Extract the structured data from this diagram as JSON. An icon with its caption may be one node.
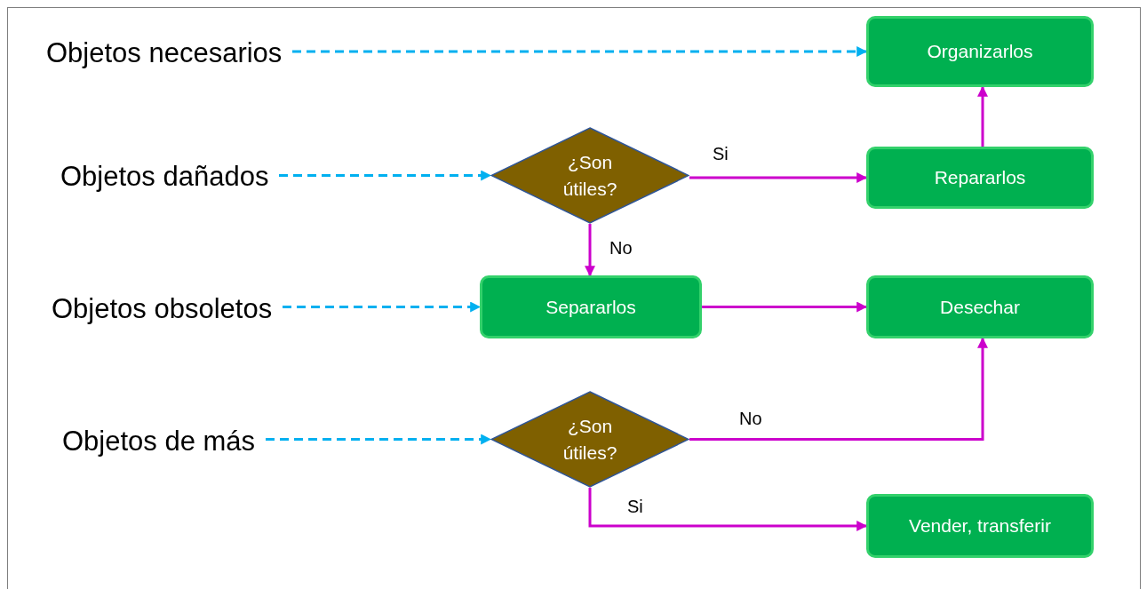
{
  "diagram": {
    "nodes": [
      {
        "text": [
          "Objetos necesarios"
        ]
      },
      {
        "text": [
          "Organizarlos"
        ]
      },
      {
        "text": [
          "Objetos dañados"
        ]
      },
      {
        "text": [
          "¿Son útiles?"
        ]
      },
      {
        "text": [
          "Repararlos"
        ]
      },
      {
        "text": [
          "Objetos obsoletos"
        ]
      },
      {
        "text": [
          "Separarlos"
        ]
      },
      {
        "text": [
          "Desechar"
        ]
      },
      {
        "text": [
          "Objetos de más"
        ]
      },
      {
        "text": [
          "¿Son útiles?"
        ]
      },
      {
        "text": [
          "Vender, transferir"
        ]
      }
    ],
    "edges": [
      {
        "from": 0,
        "to": 1,
        "arrow": "to",
        "style": "dashed",
        "color": "#00b0f0"
      },
      {
        "from": 2,
        "to": 3,
        "arrow": "to",
        "style": "dashed",
        "color": "#00b0f0"
      },
      {
        "from": 3,
        "to": 4,
        "arrow": "to",
        "label": "Si"
      },
      {
        "from": 4,
        "to": 1,
        "arrow": "to"
      },
      {
        "from": 3,
        "to": 6,
        "arrow": "to",
        "label": "No"
      },
      {
        "from": 5,
        "to": 6,
        "arrow": "to",
        "style": "dashed",
        "color": "#00b0f0"
      },
      {
        "from": 6,
        "to": 7,
        "arrow": "to"
      },
      {
        "from": 8,
        "to": 9,
        "arrow": "to",
        "style": "dashed",
        "color": "#00b0f0"
      },
      {
        "from": 9,
        "to": 7,
        "arrow": "to",
        "label": "No"
      },
      {
        "from": 9,
        "to": 10,
        "arrow": "to",
        "label": "Si"
      }
    ]
  }
}
